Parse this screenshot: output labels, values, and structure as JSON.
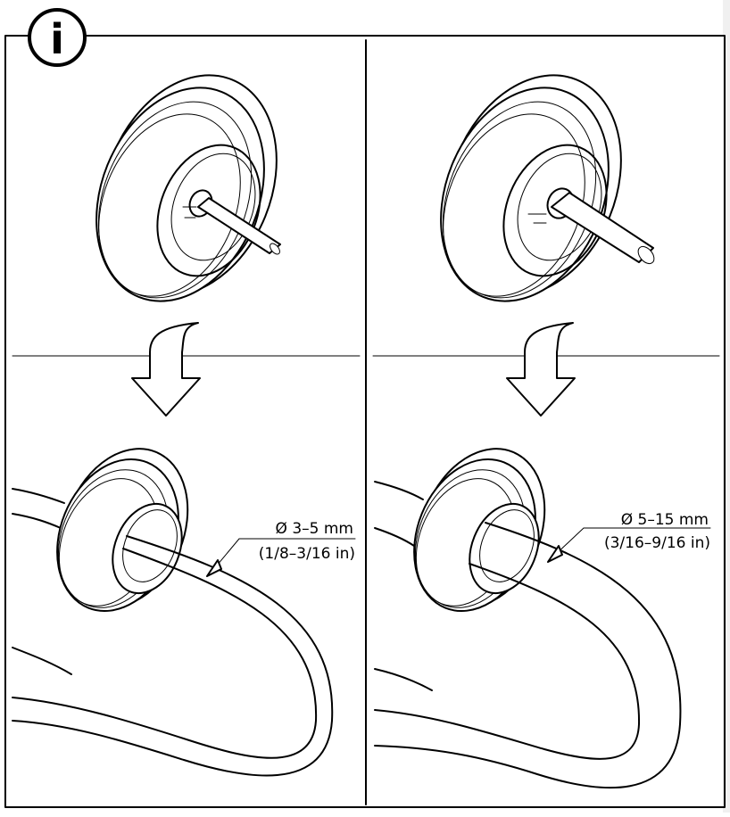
{
  "info_badge": {
    "glyph": "i",
    "icon": "info-icon"
  },
  "panels": {
    "small_cable": {
      "diameter_label": "Ø 3–5 mm",
      "imperial_label": "(1/8–3/16 in)"
    },
    "large_cable": {
      "diameter_label": "Ø 5–15 mm",
      "imperial_label": "(3/16–9/16 in)"
    }
  },
  "arrows": {
    "icon": "curved-down-arrow-icon"
  },
  "colors": {
    "line": "#000000",
    "background": "#ffffff"
  }
}
